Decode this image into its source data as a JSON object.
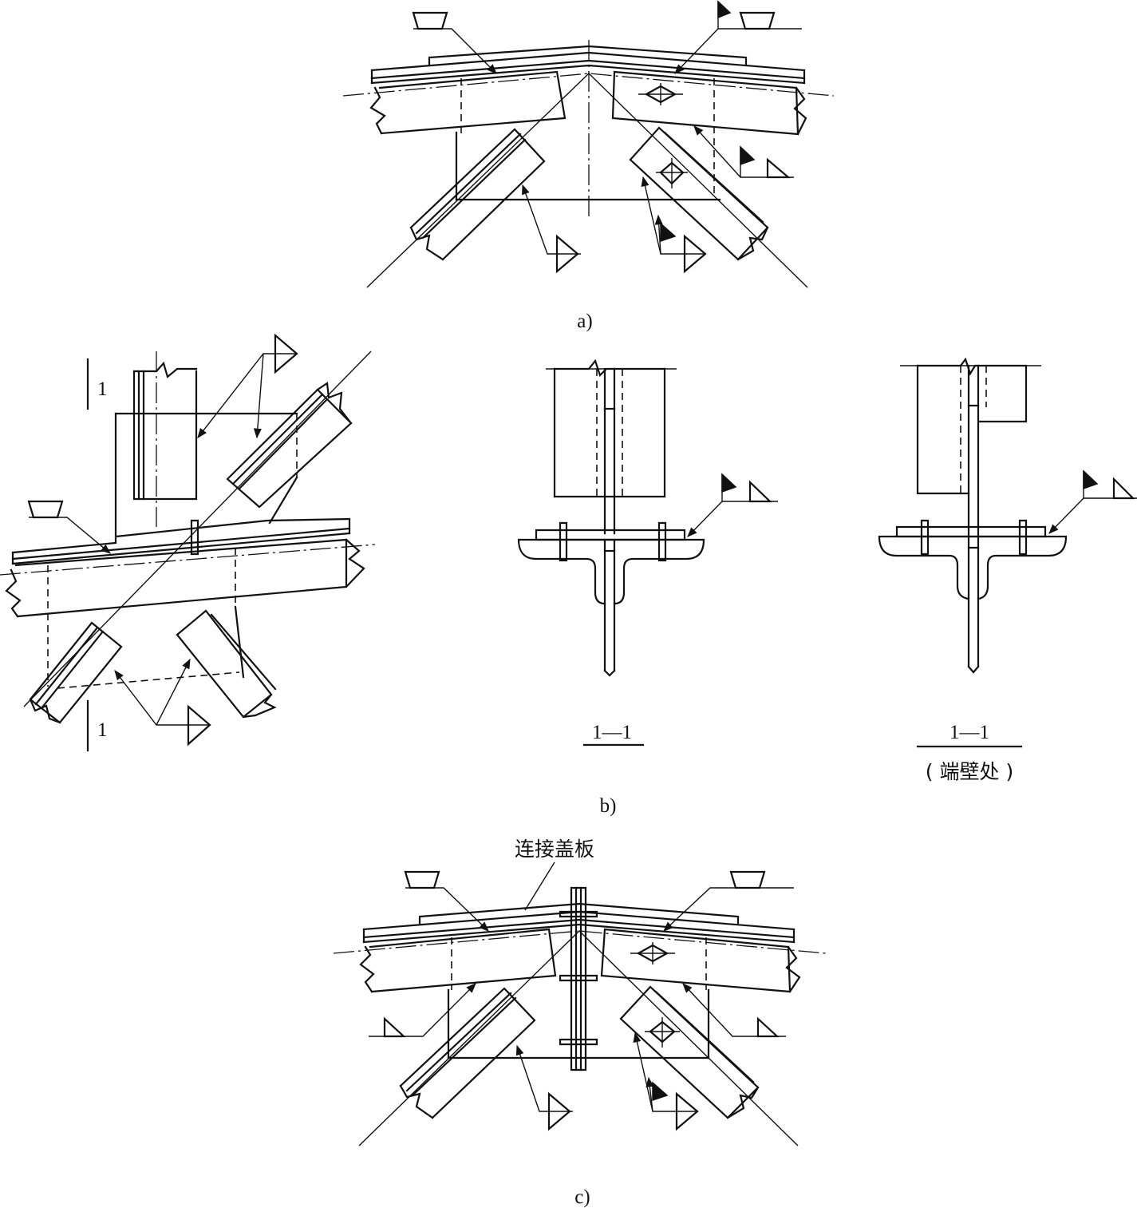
{
  "figure": {
    "labels": {
      "a": "a)",
      "b": "b)",
      "c": "c)"
    },
    "section_mark": "1",
    "section_title_1": "1—1",
    "section_title_2": "1—1",
    "section_note_2": "( 端壁处 )",
    "cover_plate_label": "连接盖板"
  }
}
